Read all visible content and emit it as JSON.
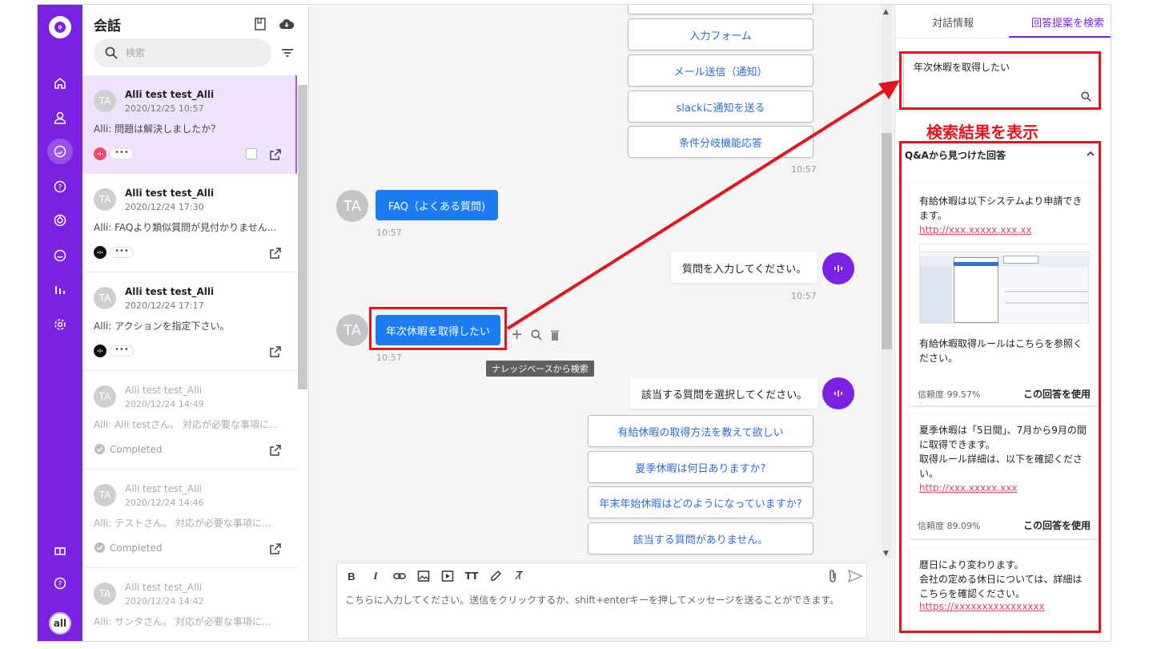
{
  "rail": {
    "items": [
      "home-icon",
      "contacts-icon",
      "conversations-icon",
      "faq-icon",
      "campaign-icon",
      "chat-icon",
      "analytics-icon",
      "settings-icon"
    ],
    "bottom": [
      "gift-icon",
      "help-icon"
    ],
    "avatar_label": "all"
  },
  "convlist": {
    "title": "会話",
    "search_placeholder": "検索",
    "items": [
      {
        "avatar": "TA",
        "name": "Alli test test_Alli",
        "date": "2020/12/25 10:57",
        "message": "Alli: 問題は解決しましたか？",
        "pill": "•••"
      },
      {
        "avatar": "TA",
        "name": "Alli test test_Alli",
        "date": "2020/12/24 17:30",
        "message": "Alli: FAQより類似質問が見付かりません...",
        "pill": "•••"
      },
      {
        "avatar": "TA",
        "name": "Alli test test_Alli",
        "date": "2020/12/24 17:17",
        "message": "Alli: アクションを指定下さい。",
        "pill": "•••"
      },
      {
        "avatar": "TA",
        "name": "Alli test test_Alli",
        "date": "2020/12/24 14:49",
        "message": "Alli: Alli testさん。 対応が必要な事項に...",
        "status": "Completed"
      },
      {
        "avatar": "TA",
        "name": "Alli test test_Alli",
        "date": "2020/12/24 14:46",
        "message": "Alli: テストさん。 対応が必要な事項に...",
        "status": "Completed"
      },
      {
        "avatar": "TA",
        "name": "Alli test test_Alli",
        "date": "2020/12/24 14:42",
        "message": "Alli: サンタさん。 対応が必要な事項に..."
      }
    ]
  },
  "chat": {
    "top_options": [
      "入力フォーム",
      "メール送信（通知）",
      "slackに通知を送る",
      "条件分岐機能応答"
    ],
    "time1": "10:57",
    "faq_bubble": "FAQ（よくある質問)",
    "user_avatar": "TA",
    "time2": "10:57",
    "bot_prompt1": "質問を入力してください。",
    "time3": "10:57",
    "user_question": "年次休暇を取得したい",
    "time4": "10:57",
    "tooltip": "ナレッジベースから検索",
    "bot_prompt2": "該当する質問を選択してください。",
    "question_options": [
      "有給休暇の取得方法を教えて欲しい",
      "夏季休暇は何日ありますか?",
      "年末年始休暇はどのようになっていますか?",
      "該当する質問がありません。"
    ],
    "composer_placeholder": "こちらに入力してください。送信をクリックするか、shift+enterキーを押してメッセージを送ることができます。"
  },
  "panel": {
    "tab_info": "対話情報",
    "tab_search": "回答提案を検索",
    "query": "年次休暇を取得したい",
    "annotation": "検索結果を表示",
    "results_header": "Q&Aから見つけた回答",
    "cards": [
      {
        "text1": "有給休暇は以下システムより申請できます。",
        "link": "http://xxx.xxxxx.xxx.xx",
        "text2": "有給休暇取得ルールはこちらを参照ください。",
        "confidence": "信頼度 99.57%",
        "use": "この回答を使用"
      },
      {
        "text1": "夏季休暇は「5日間」、7月から9月の間に取得できます。\n取得ルール詳細は、以下を確認ください。",
        "link": "http://xxx.xxxxx.xxx",
        "confidence": "信頼度 89.09%",
        "use": "この回答を使用"
      },
      {
        "text1": "暦日により変わります。\n会社の定める休日については、詳細はこちらを確認ください。",
        "link": "https://xxxxxxxxxxxxxxxx"
      }
    ]
  },
  "colors": {
    "brand": "#7b21e3",
    "user_bubble": "#1d7cf2",
    "link": "#2a6ddc",
    "annotation": "#e8121b"
  }
}
